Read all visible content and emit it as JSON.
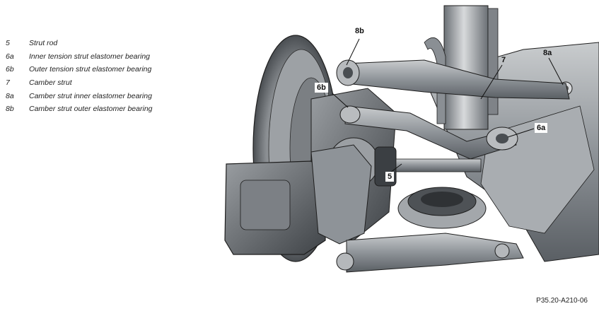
{
  "legend": [
    {
      "num": "5",
      "text": "Strut rod"
    },
    {
      "num": "6a",
      "text": "Inner tension strut elastomer bearing"
    },
    {
      "num": "6b",
      "text": "Outer tension strut elastomer bearing"
    },
    {
      "num": "7",
      "text": "Camber strut"
    },
    {
      "num": "8a",
      "text": "Camber strut inner elastomer bearing"
    },
    {
      "num": "8b",
      "text": "Camber strut outer elastomer bearing"
    }
  ],
  "callouts": {
    "c8b": "8b",
    "c7": "7",
    "c8a": "8a",
    "c6b": "6b",
    "c6a": "6a",
    "c5": "5"
  },
  "figure_id": "P35.20-A210-06",
  "colors": {
    "metal_dark": "#5a5f64",
    "metal_mid": "#8e9398",
    "metal_light": "#c9ccce",
    "outline": "#1e1e1e"
  }
}
